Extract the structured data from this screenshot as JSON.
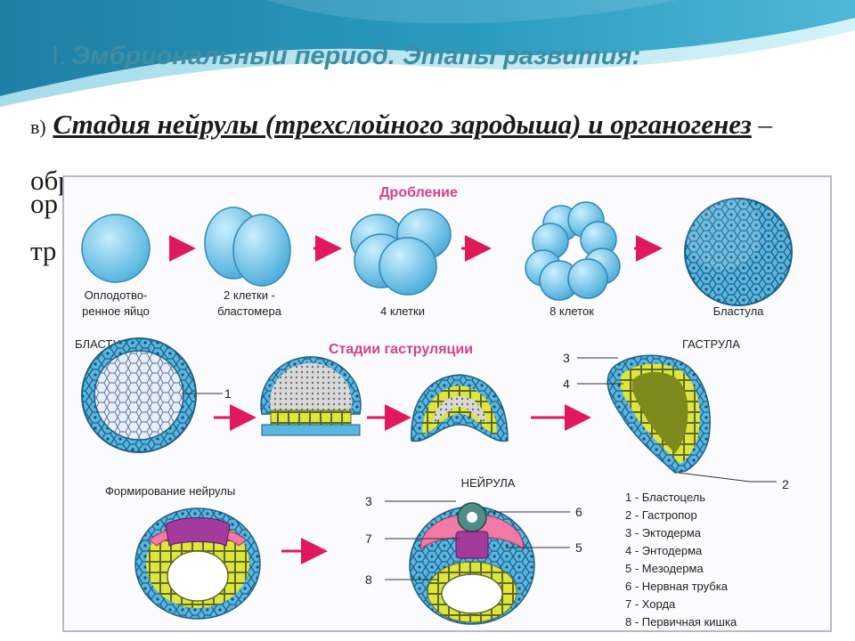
{
  "slide": {
    "heading_number": "I.",
    "heading_text": "Эмбриональный период. Этапы развития:",
    "marker": "в)",
    "term_1": "Стадия нейрулы (трехслойного зародыша) и органогенез",
    "separator": " – ",
    "description_visible": "образование зародыша с осевыми",
    "fragment_line3": "ор",
    "fragment_line4": "тр"
  },
  "diagram": {
    "cleavage_title": "Дробление",
    "gastrulation_title": "Стадии гаструляции",
    "blastula_label": "БЛАСТУЛА",
    "gastrula_label": "ГАСТРУЛА",
    "neurulation_label": "Формирование нейрулы",
    "neurula_label": "НЕЙРУЛА",
    "cleavage_stages": [
      {
        "line1": "Оплодотво-",
        "line2": "ренное яйцо"
      },
      {
        "line1": "2 клетки -",
        "line2": "бластомера"
      },
      {
        "line1": "4 клетки",
        "line2": ""
      },
      {
        "line1": "8 клеток",
        "line2": ""
      },
      {
        "line1": "Бластула",
        "line2": ""
      }
    ],
    "callouts": {
      "n1": "1",
      "n2": "2",
      "n3": "3",
      "n4": "4",
      "n5": "5",
      "n6": "6",
      "n7": "7",
      "n8": "8"
    },
    "legend": [
      "1 - Бластоцель",
      "2 - Гастропор",
      "3 - Эктодерма",
      "4 - Энтодерма",
      "5 - Мезодерма",
      "6 - Нервная трубка",
      "7 - Хорда",
      "8 - Первичная кишка"
    ]
  },
  "colors": {
    "heading": "#3f8da0",
    "title_accent": "#d3428a",
    "arrow": "#e0195a",
    "ectoderm": "#3a9fd0",
    "endoderm": "#e3ea3a",
    "mesoderm": "#a33a9e",
    "neural": "#f07aa4"
  }
}
